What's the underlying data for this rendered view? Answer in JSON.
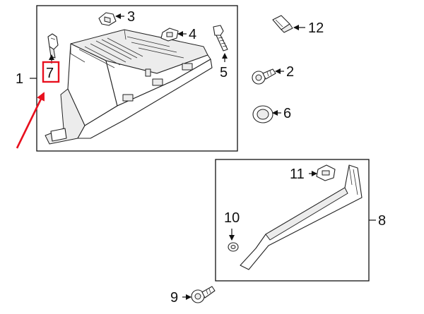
{
  "diagram": {
    "callouts": {
      "c1": "1",
      "c2": "2",
      "c3": "3",
      "c4": "4",
      "c5": "5",
      "c6": "6",
      "c7": "7",
      "c8": "8",
      "c9": "9",
      "c10": "10",
      "c11": "11",
      "c12": "12"
    },
    "colors": {
      "highlight": "#e8101e",
      "line": "#111111"
    }
  }
}
